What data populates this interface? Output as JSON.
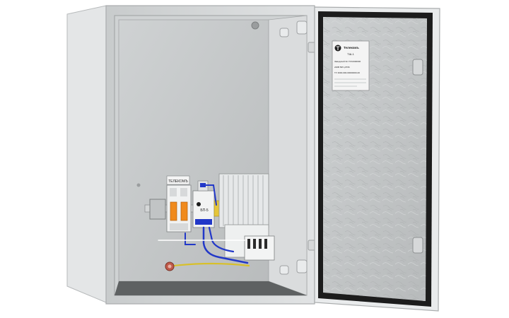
{
  "scene": {
    "subject": "telecom-enclosure-open-door",
    "colors": {
      "background": "#ffffff",
      "enclosure_body": "#d7dadb",
      "enclosure_inner": "#c9cccd",
      "back_panel": "#bfc2c3",
      "door_seal": "#1c1c1c",
      "door_panel": "#c3c5c6",
      "breaker_orange": "#f08a1c",
      "wire_blue": "#2238c8",
      "wire_yellow": "#d8c02a",
      "heater_fins": "#e6e8e9"
    }
  },
  "door_label": {
    "brand": "Телекомъ",
    "model": "ТШ-1",
    "line1": "Заводской №: ПЛ-0000000",
    "line2": "220В  50Гц  IP66",
    "line3": "ТУ 4000-000-00000000-00"
  },
  "din_module": {
    "top_label": "ТЕЛЕКОМЪ",
    "psu_label": "БП-5"
  }
}
